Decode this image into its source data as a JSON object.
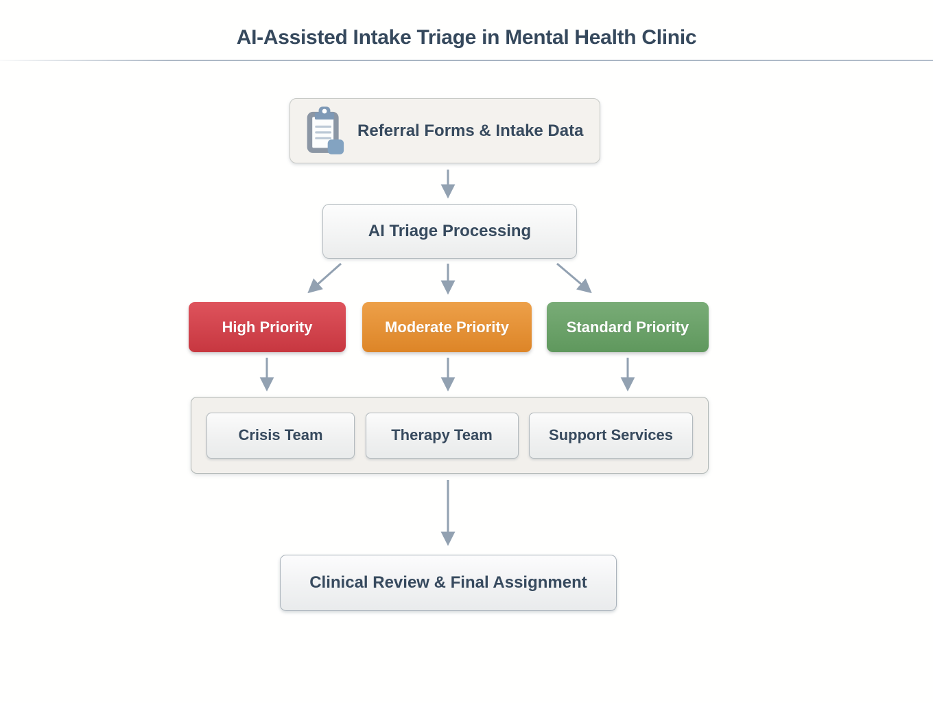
{
  "title": "AI-Assisted Intake Triage in Mental Health Clinic",
  "flow": {
    "referral": {
      "label": "Referral Forms & Intake Data",
      "icon": "clipboard-icon"
    },
    "triage": {
      "label": "AI Triage Processing"
    },
    "priorities": [
      {
        "id": "high",
        "label": "High Priority",
        "color": "#cf3f4a"
      },
      {
        "id": "moderate",
        "label": "Moderate Priority",
        "color": "#e28f33"
      },
      {
        "id": "standard",
        "label": "Standard Priority",
        "color": "#6ba169"
      }
    ],
    "teams": [
      {
        "label": "Crisis Team"
      },
      {
        "label": "Therapy Team"
      },
      {
        "label": "Support Services"
      }
    ],
    "final": {
      "label": "Clinical Review & Final Assignment"
    }
  },
  "colors": {
    "title_text": "#36495d",
    "node_text": "#374a5e",
    "arrow": "#92a1b1",
    "high_priority_top": "#de535c",
    "high_priority_bottom": "#c73740",
    "moderate_priority_top": "#eda049",
    "moderate_priority_bottom": "#dd8527",
    "standard_priority_top": "#79ac77",
    "standard_priority_bottom": "#5f985d",
    "referral_bg": "#f4f2ee",
    "group_bg": "#f2f0ec"
  }
}
